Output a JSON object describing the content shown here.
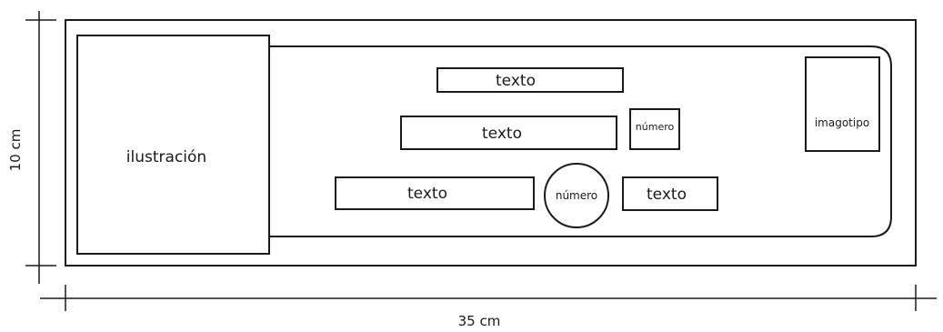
{
  "dimensions": {
    "height_label": "10 cm",
    "width_label": "35 cm"
  },
  "illustration": {
    "label": "ilustración"
  },
  "text_boxes": [
    {
      "label": "texto"
    },
    {
      "label": "texto"
    },
    {
      "label": "texto"
    },
    {
      "label": "texto"
    }
  ],
  "number_boxes": [
    {
      "label": "número"
    },
    {
      "label": "número"
    }
  ],
  "logo": {
    "label": "imagotipo"
  },
  "colors": {
    "stroke": "#1a1a1a",
    "background": "#ffffff"
  }
}
